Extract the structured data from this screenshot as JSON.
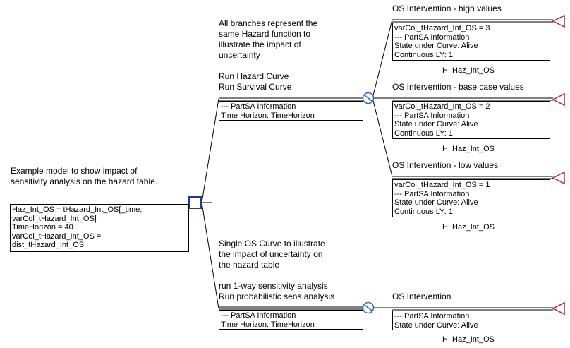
{
  "root": {
    "note": [
      "Example model to show impact of",
      "sensitivity analysis on the hazard table."
    ],
    "box": [
      "Haz_Int_OS = tHazard_Int_OS[_time;",
      "varCol_tHazard_Int_OS]",
      "TimeHorizon = 40",
      "varCol_tHazard_Int_OS =",
      "dist_tHazard_Int_OS"
    ]
  },
  "branch_top": {
    "note": [
      "All branches represent the",
      "same Hazard function to",
      "illustrate the impact of",
      "uncertainty",
      "",
      "Run Hazard Curve",
      "Run Survival Curve"
    ],
    "box": [
      "--- PartSA Information",
      "Time Horizon: TimeHorizon"
    ]
  },
  "branch_bottom": {
    "note": [
      "Single OS Curve to illustrate",
      "the impact of uncertainty on",
      "the hazard table",
      "",
      "run 1-way sensitivity analysis",
      "Run probabilistic sens analysis"
    ],
    "box": [
      "--- PartSA Information",
      "Time Horizon: TimeHorizon"
    ]
  },
  "leaves": [
    {
      "title": "OS Intervention - high values",
      "box": [
        "varCol_tHazard_Int_OS = 3",
        "--- PartSA Information",
        "State under Curve: Alive",
        "Continuous LY: 1"
      ],
      "hazard": "H: Haz_Int_OS"
    },
    {
      "title": "OS Intervention - base case values",
      "box": [
        "varCol_tHazard_Int_OS = 2",
        "--- PartSA Information",
        "State under Curve: Alive",
        "Continuous LY: 1"
      ],
      "hazard": "H: Haz_Int_OS"
    },
    {
      "title": "OS Intervention - low values",
      "box": [
        "varCol_tHazard_Int_OS = 1",
        "--- PartSA Information",
        "State under Curve: Alive",
        "Continuous LY: 1"
      ],
      "hazard": "H: Haz_Int_OS"
    },
    {
      "title": "OS Intervention",
      "box": [
        "--- PartSA Information",
        "State under Curve: Alive"
      ],
      "hazard": "H: Haz_Int_OS"
    }
  ],
  "colors": {
    "decision_node": "#1f3b8c",
    "chance_node": "#2a6fb0",
    "terminal_node": "#c0202a",
    "line": "#000000"
  }
}
